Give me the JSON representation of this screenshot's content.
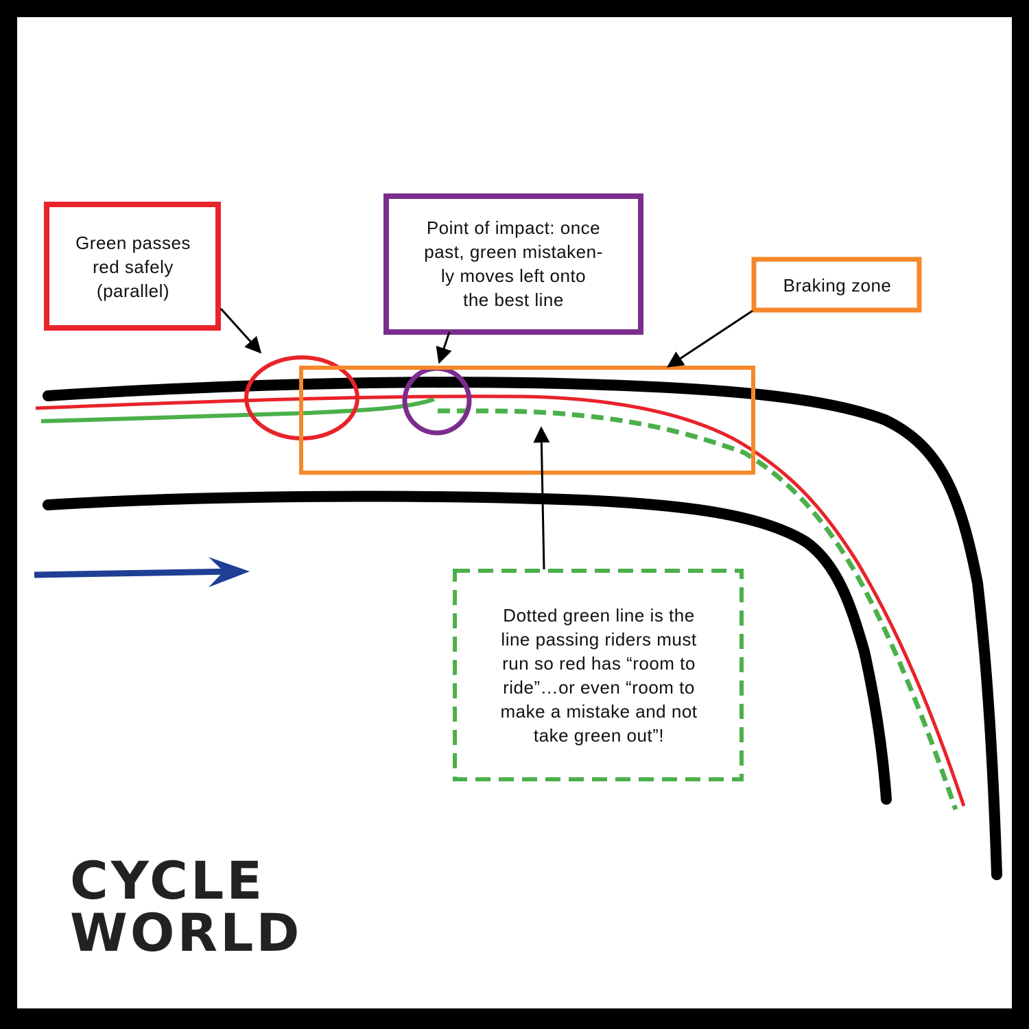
{
  "labels": {
    "green_passes": "Green passes\nred safely\n(parallel)",
    "impact": "Point of impact: once\npast, green mistaken-\nly moves left onto\nthe best line",
    "braking": "Braking zone",
    "dotted": "Dotted green line is the\nline passing riders must\nrun so red has “room to\nride”…or even “room to\nmake a mistake and not\ntake green out”!"
  },
  "logo": {
    "line1": "CYCLE",
    "line2": "WORLD"
  },
  "colors": {
    "border": "#000000",
    "background": "#ffffff",
    "track_edge": "#000000",
    "red_line": "#e8232a",
    "green_line": "#4bb04a",
    "purple": "#7b2d8e",
    "orange": "#f5882a",
    "direction_arrow": "#1e3f94",
    "text": "#111111"
  }
}
